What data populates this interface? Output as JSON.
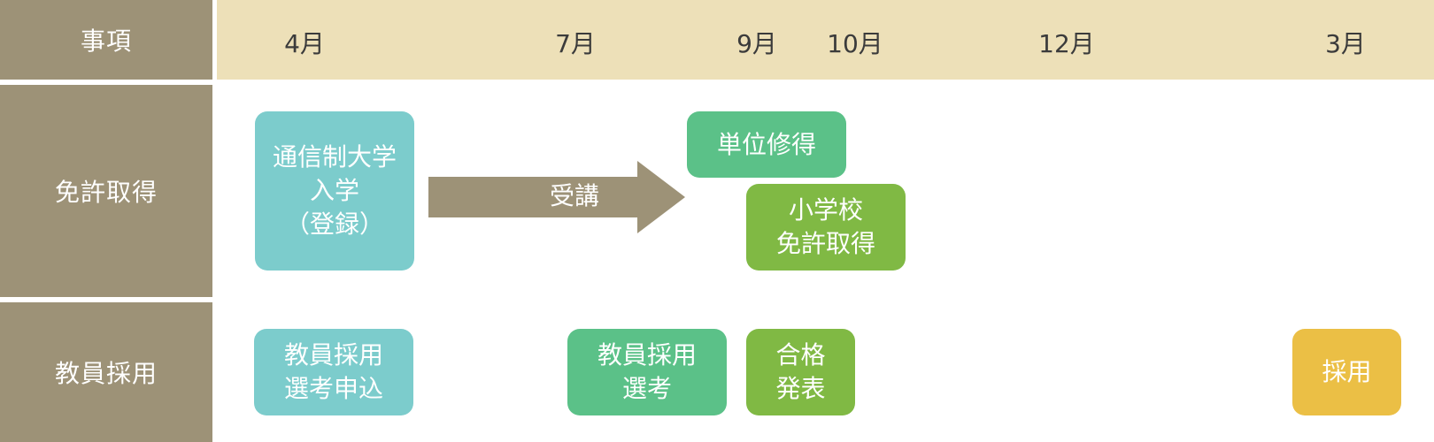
{
  "header": {
    "label": "事項",
    "months": [
      "4月",
      "7月",
      "9月",
      "10月",
      "12月",
      "3月"
    ]
  },
  "rows": {
    "license": {
      "label": "免許取得"
    },
    "employment": {
      "label": "教員採用"
    }
  },
  "boxes": {
    "enroll": "通信制大学\n入学\n（登録）",
    "credits": "単位修得",
    "elementary_license": "小学校\n免許取得",
    "apply": "教員採用\n選考申込",
    "selection": "教員採用\n選考",
    "pass": "合格\n発表",
    "hired": "採用"
  },
  "arrow": {
    "label": "受講"
  },
  "colors": {
    "header_bg": "#9d9277",
    "timeline_bg": "#ede0b8",
    "teal": "#7ccccc",
    "green": "#5bc188",
    "lime": "#80b944",
    "yellow": "#ebbf45",
    "arrow": "#9d9277"
  }
}
